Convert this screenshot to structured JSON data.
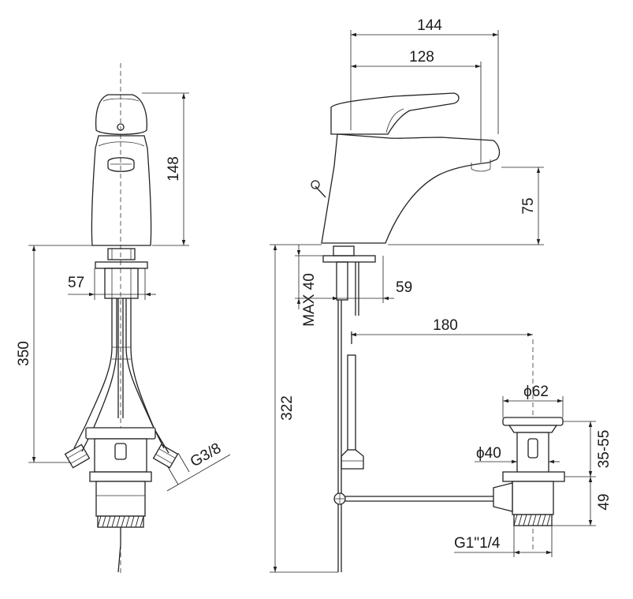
{
  "dimensions": {
    "front_height": "148",
    "front_body_width": "57",
    "hose_length": "350",
    "hose_thread": "G3/8",
    "overall_reach": "144",
    "spout_reach": "128",
    "spout_height": "75",
    "rod_offset": "59",
    "deck_thickness": "MAX 40",
    "rod_length": "322",
    "waste_distance": "180",
    "waste_top_diameter": "ϕ62",
    "waste_body_diameter": "ϕ40",
    "waste_adjust_range": "35-55",
    "waste_thread_length": "49",
    "waste_thread": "G1\"1/4"
  }
}
